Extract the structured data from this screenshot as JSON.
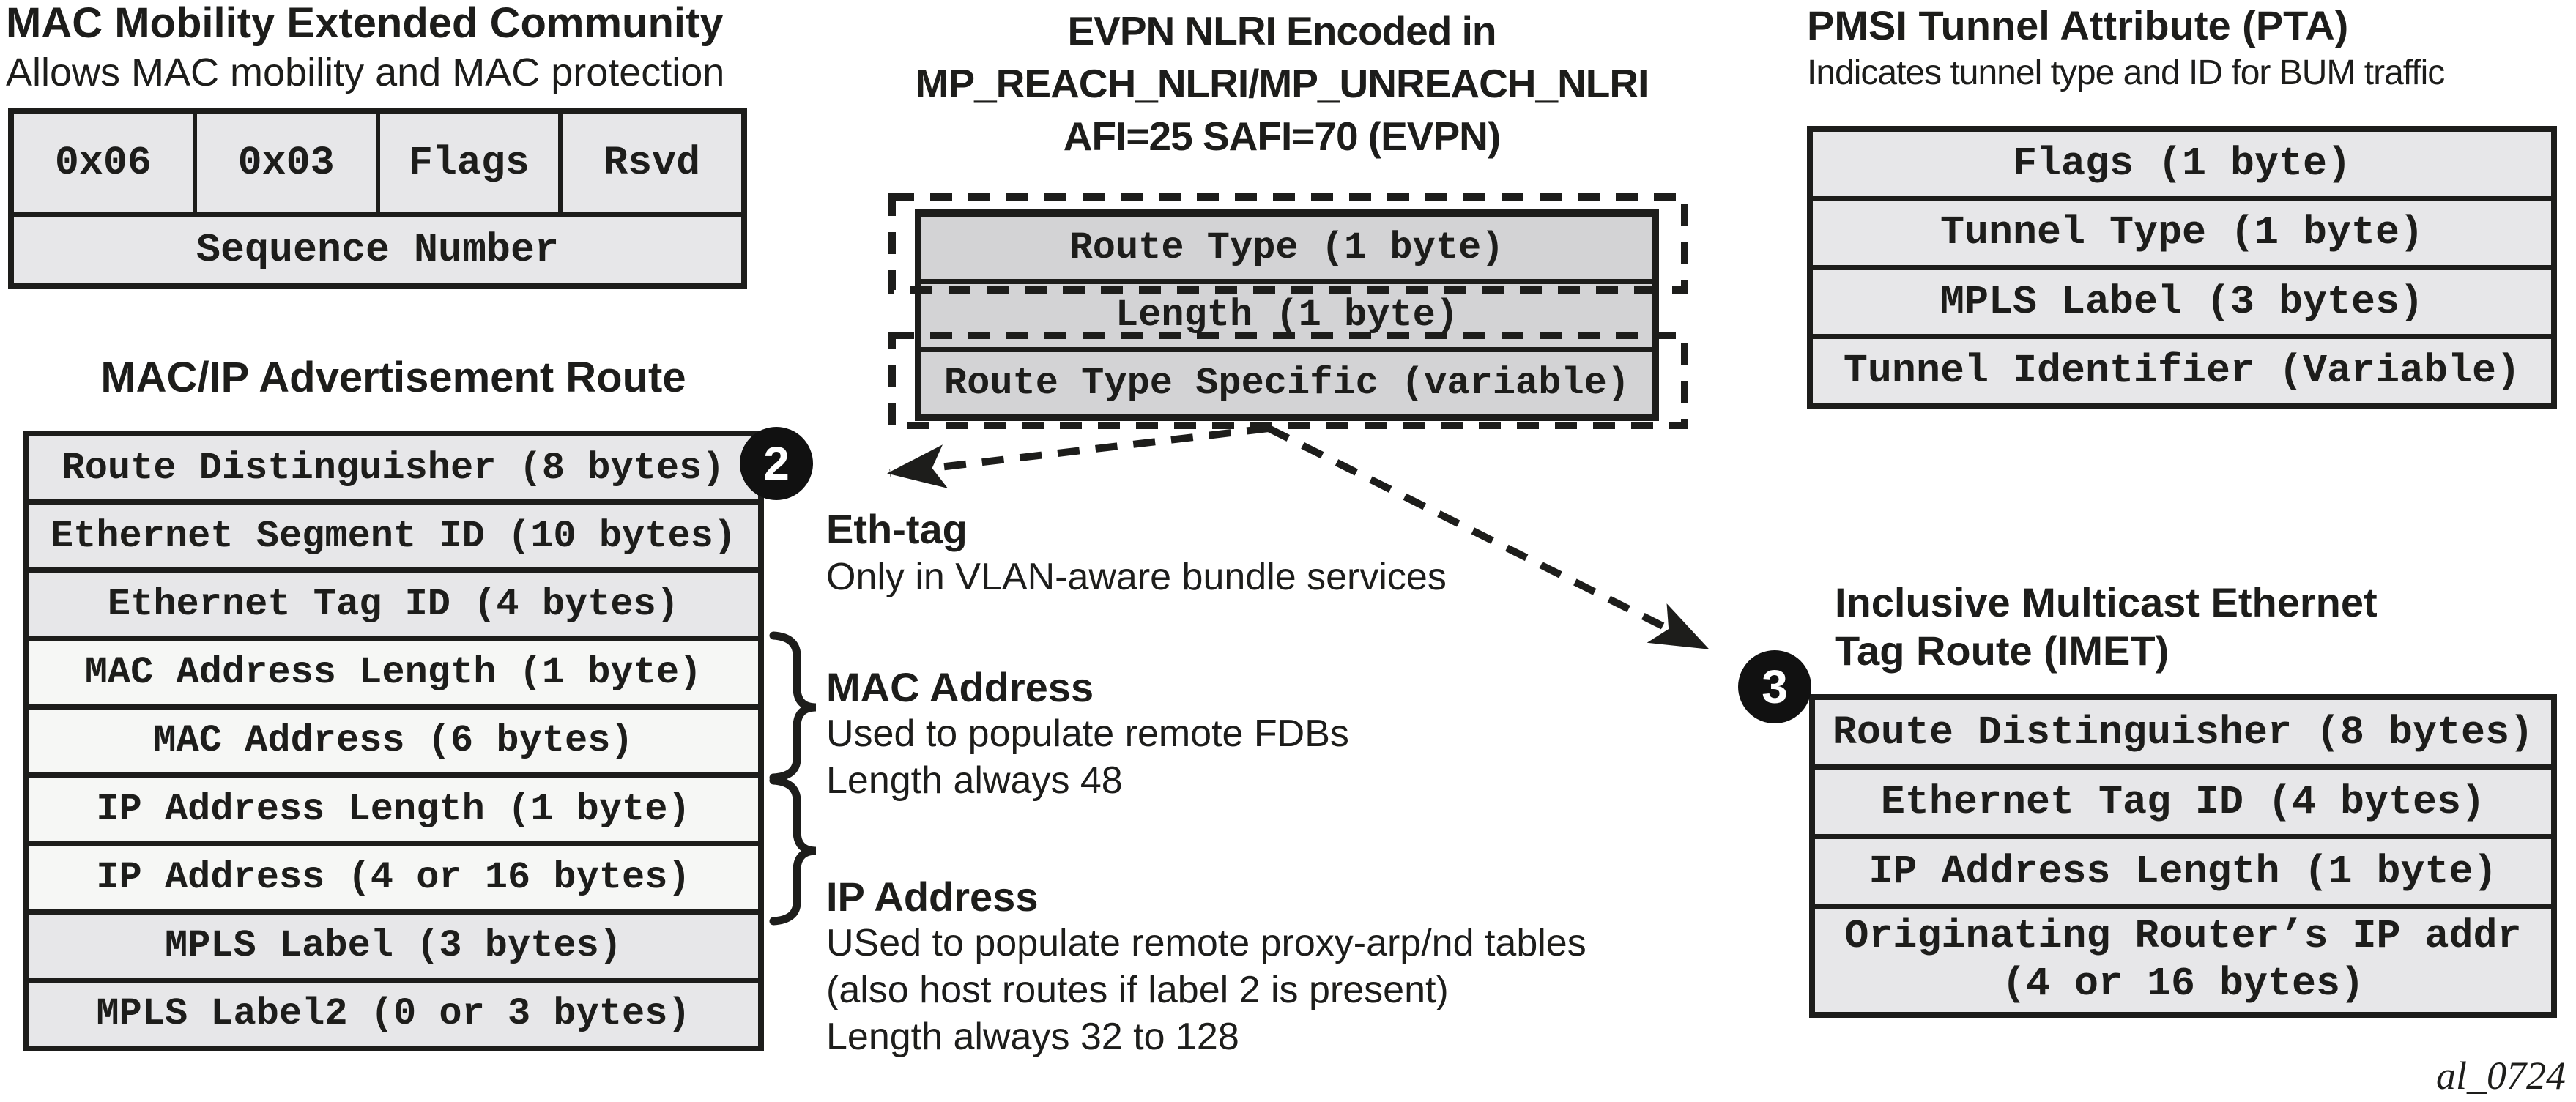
{
  "figure_code": "al_0724",
  "colors": {
    "ink": "#1d1d1b",
    "row_gray": "#e7e7e9",
    "row_light": "#f6f7f5",
    "nlri_gray": "#d3d3d5",
    "callout_bg": "#111111"
  },
  "sections": {
    "mac_mobility": {
      "title": "MAC Mobility Extended Community",
      "subtitle": "Allows MAC mobility and MAC protection",
      "row1_cells": [
        "0x06",
        "0x03",
        "Flags",
        "Rsvd"
      ],
      "row2": "Sequence Number"
    },
    "macip_route": {
      "title": "MAC/IP Advertisement Route",
      "callout_number": "2",
      "rows": [
        "Route Distinguisher (8 bytes)",
        "Ethernet Segment ID (10 bytes)",
        "Ethernet Tag ID (4 bytes)",
        "MAC Address Length (1 byte)",
        "MAC Address (6 bytes)",
        "IP Address Length (1 byte)",
        "IP Address (4 or 16 bytes)",
        "MPLS Label (3 bytes)",
        "MPLS Label2 (0 or 3 bytes)"
      ]
    },
    "evpn_nlri": {
      "title_line1": "EVPN NLRI Encoded in",
      "title_line2": "MP_REACH_NLRI/MP_UNREACH_NLRI",
      "title_line3": "AFI=25 SAFI=70 (EVPN)",
      "rows": [
        "Route Type (1 byte)",
        "Length (1 byte)",
        "Route Type Specific (variable)"
      ]
    },
    "pta": {
      "title": "PMSI Tunnel Attribute (PTA)",
      "subtitle": "Indicates tunnel type and ID for BUM traffic",
      "rows": [
        "Flags (1 byte)",
        "Tunnel Type (1 byte)",
        "MPLS Label (3 bytes)",
        "Tunnel Identifier (Variable)"
      ]
    },
    "imet": {
      "title_line1": "Inclusive Multicast Ethernet",
      "title_line2": "Tag Route (IMET)",
      "callout_number": "3",
      "rows": [
        "Route Distinguisher (8 bytes)",
        "Ethernet Tag ID (4 bytes)",
        "IP Address Length (1 byte)"
      ],
      "last_row_line1": "Originating Router’s IP addr",
      "last_row_line2": "(4 or 16 bytes)"
    },
    "annotations": {
      "eth_tag": {
        "heading": "Eth-tag",
        "line1": "Only in VLAN-aware bundle services"
      },
      "mac_address": {
        "heading": "MAC Address",
        "line1": "Used to populate remote FDBs",
        "line2": "Length always 48"
      },
      "ip_address": {
        "heading": "IP Address",
        "line1": "USed to populate remote proxy-arp/nd tables",
        "line2": "(also host routes if label 2 is present)",
        "line3": "Length always 32 to 128"
      }
    }
  }
}
